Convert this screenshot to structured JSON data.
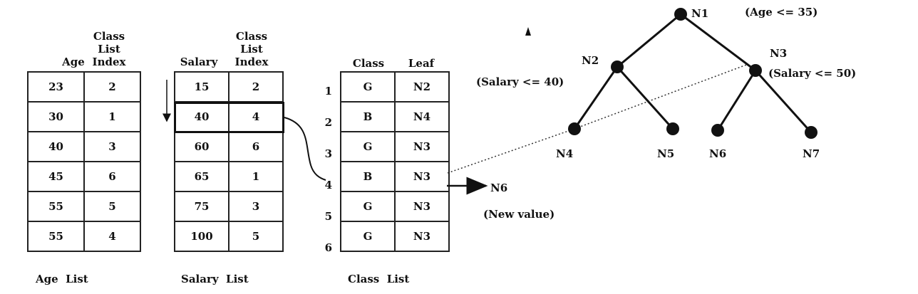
{
  "age_list": {
    "headers": [
      "Age",
      "Class List Index"
    ],
    "header_lines": {
      "col1": "Age",
      "col2_l1": "Class",
      "col2_l2": "List",
      "col2_l3": "Index"
    },
    "rows": [
      [
        "23",
        "2"
      ],
      [
        "30",
        "1"
      ],
      [
        "40",
        "3"
      ],
      [
        "45",
        "6"
      ],
      [
        "55",
        "5"
      ],
      [
        "55",
        "4"
      ]
    ],
    "caption": "Age  List"
  },
  "salary_list": {
    "header_lines": {
      "col1": "Salary",
      "col2_l1": "Class",
      "col2_l2": "List",
      "col2_l3": "Index"
    },
    "rows": [
      [
        "15",
        "2"
      ],
      [
        "40",
        "4"
      ],
      [
        "60",
        "6"
      ],
      [
        "65",
        "1"
      ],
      [
        "75",
        "3"
      ],
      [
        "100",
        "5"
      ]
    ],
    "caption": "Salary  List"
  },
  "class_list": {
    "header_lines": {
      "col1": "Class",
      "col2": "Leaf"
    },
    "row_numbers": [
      "1",
      "2",
      "3",
      "4",
      "5",
      "6"
    ],
    "rows": [
      [
        "G",
        "N2"
      ],
      [
        "B",
        "N4"
      ],
      [
        "G",
        "N3"
      ],
      [
        "B",
        "N3"
      ],
      [
        "G",
        "N3"
      ],
      [
        "G",
        "N3"
      ]
    ],
    "caption": "Class  List",
    "update_target": "N6",
    "update_note": "(New value)"
  },
  "tree": {
    "nodes": {
      "n1": "N1",
      "n2": "N2",
      "n3": "N3",
      "n4": "N4",
      "n5": "N5",
      "n6": "N6",
      "n7": "N7"
    },
    "conditions": {
      "n1": "(Age <= 35)",
      "n2": "(Salary <= 40)",
      "n3": "(Salary <= 50)"
    }
  }
}
